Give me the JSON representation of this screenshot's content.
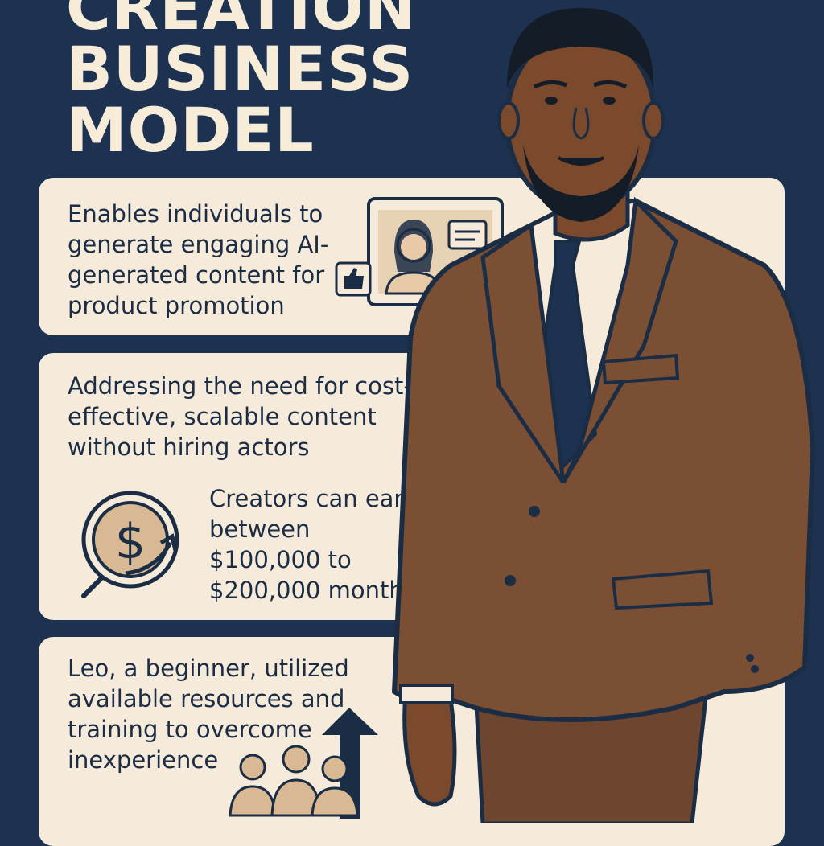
{
  "header": {
    "title_lines": [
      "CREATION",
      "BUSINESS",
      "MODEL"
    ]
  },
  "cards": [
    {
      "text": "Enables individuals to generate engaging AI-generated content for product promotion",
      "icon": "monitor-video-icon"
    },
    {
      "text": "Addressing the need for cost-effective, scalable content without hiring actors",
      "icon": ""
    },
    {
      "text": "Creators can earn between $100,000 to $200,000 monthly",
      "icon": "dollar-growth-icon"
    },
    {
      "text": "Leo, a beginner, utilized available resources and training to overcome inexperience",
      "icon": "team-growth-icon"
    }
  ],
  "colors": {
    "background": "#1c3250",
    "card": "#f6ebda",
    "text": "#1b2d45",
    "suit": "#7a4f33",
    "skin": "#7b4a2c"
  }
}
